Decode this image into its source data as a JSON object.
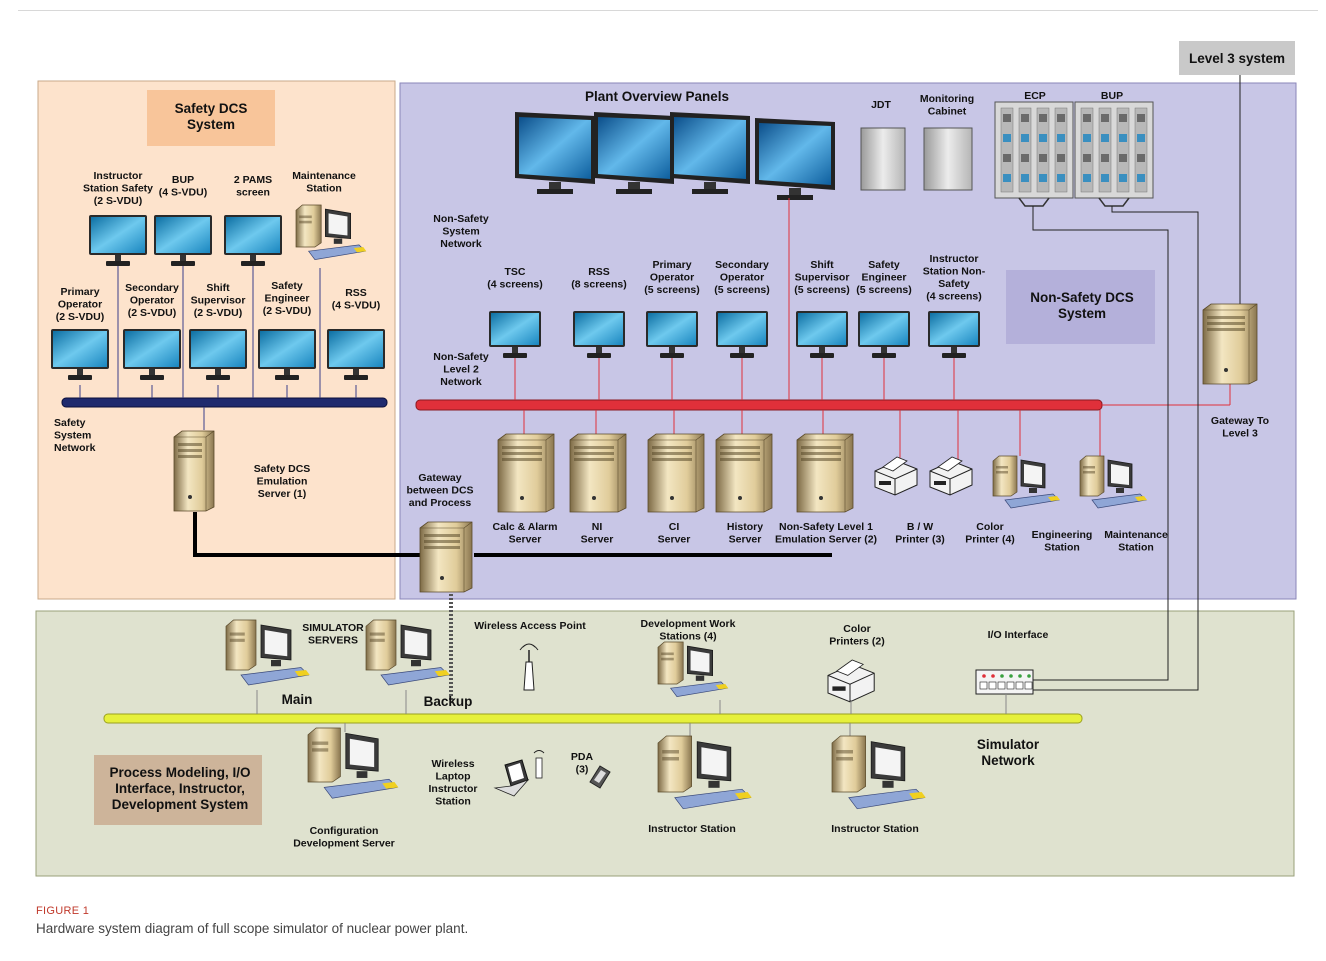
{
  "figure": {
    "label": "FIGURE 1",
    "caption": "Hardware system diagram of full scope simulator of nuclear power plant."
  },
  "regions": {
    "safety_title": [
      "Safety DCS",
      "System"
    ],
    "nonsafety_title": [
      "Non-Safety DCS",
      "System"
    ],
    "simulator_title": [
      "Process Modeling, I/O",
      "Interface, Instructor,",
      "Development System"
    ],
    "level3_label": "Level 3 system"
  },
  "safety": {
    "top_workstations": [
      {
        "label": [
          "Instructor",
          "Station Safety",
          "(2 S-VDU)"
        ]
      },
      {
        "label": [
          "BUP",
          "(4 S-VDU)"
        ]
      },
      {
        "label": [
          "2 PAMS",
          "screen"
        ]
      },
      {
        "label": [
          "Maintenance",
          "Station"
        ]
      }
    ],
    "bottom_workstations": [
      {
        "label": [
          "Primary",
          "Operator",
          "(2 S-VDU)"
        ]
      },
      {
        "label": [
          "Secondary",
          "Operator",
          "(2 S-VDU)"
        ]
      },
      {
        "label": [
          "Shift",
          "Supervisor",
          "(2 S-VDU)"
        ]
      },
      {
        "label": [
          "Safety",
          "Engineer",
          "(2 S-VDU)"
        ]
      },
      {
        "label": [
          "RSS",
          "(4 S-VDU)"
        ]
      }
    ],
    "network_label": [
      "Safety",
      "System",
      "Network"
    ],
    "server_label": [
      "Safety DCS",
      "Emulation",
      "Server (1)"
    ]
  },
  "nonsafety": {
    "panels_label": "Plant Overview Panels",
    "jdt_label": "JDT",
    "monitoring_label": [
      "Monitoring",
      "Cabinet"
    ],
    "ecp_label": "ECP",
    "bup_label": "BUP",
    "system_network_label": [
      "Non-Safety",
      "System",
      "Network"
    ],
    "level2_network_label": [
      "Non-Safety",
      "Level 2",
      "Network"
    ],
    "workstations": [
      {
        "label": [
          "TSC",
          "(4 screens)"
        ]
      },
      {
        "label": [
          "RSS",
          "(8 screens)"
        ]
      },
      {
        "label": [
          "Primary",
          "Operator",
          "(5 screens)"
        ]
      },
      {
        "label": [
          "Secondary",
          "Operator",
          "(5 screens)"
        ]
      },
      {
        "label": [
          "Shift",
          "Supervisor",
          "(5 screens)"
        ]
      },
      {
        "label": [
          "Safety",
          "Engineer",
          "(5 screens)"
        ]
      },
      {
        "label": [
          "Instructor",
          "Station Non-",
          "Safety",
          "(4 screens)"
        ]
      }
    ],
    "servers": [
      {
        "label": [
          "Calc & Alarm",
          "Server"
        ]
      },
      {
        "label": [
          "NI",
          "Server"
        ]
      },
      {
        "label": [
          "CI",
          "Server"
        ]
      },
      {
        "label": [
          "History",
          "Server"
        ]
      },
      {
        "label": [
          "Non-Safety Level 1",
          "Emulation Server (2)"
        ]
      }
    ],
    "peripherals": [
      {
        "label": [
          "B / W",
          "Printer (3)"
        ]
      },
      {
        "label": [
          "Color",
          "Printer (4)"
        ]
      },
      {
        "label": [
          "Engineering",
          "Station"
        ]
      },
      {
        "label": [
          "Maintenance",
          "Station"
        ]
      }
    ],
    "gateway_process_label": [
      "Gateway",
      "between DCS",
      "and Process"
    ],
    "gateway_level3_label": [
      "Gateway To",
      "Level 3"
    ]
  },
  "simulator": {
    "servers_label": [
      "SIMULATOR",
      "SERVERS"
    ],
    "main_label": "Main",
    "backup_label": "Backup",
    "wap_label": "Wireless Access Point",
    "devws_label": [
      "Development Work",
      "Stations (4)"
    ],
    "color_printers_label": [
      "Color",
      "Printers (2)"
    ],
    "io_label": "I/O Interface",
    "network_label": [
      "Simulator",
      "Network"
    ],
    "config_label": [
      "Configuration",
      "Development Server"
    ],
    "laptop_label": [
      "Wireless",
      "Laptop",
      "Instructor",
      "Station"
    ],
    "pda_label": [
      "PDA",
      "(3)"
    ],
    "instructor_station_1": "Instructor Station",
    "instructor_station_2": "Instructor Station"
  },
  "colors": {
    "safety_bg": "#fde3cc",
    "nonsafety_bg": "#c8c6e6",
    "simulator_bg": "#dfe2cf",
    "safety_bus": "#1f2a6e",
    "nonsafety_bus": "#e0303a",
    "simulator_bus": "#e6f03c",
    "link_red": "#e0303a"
  }
}
